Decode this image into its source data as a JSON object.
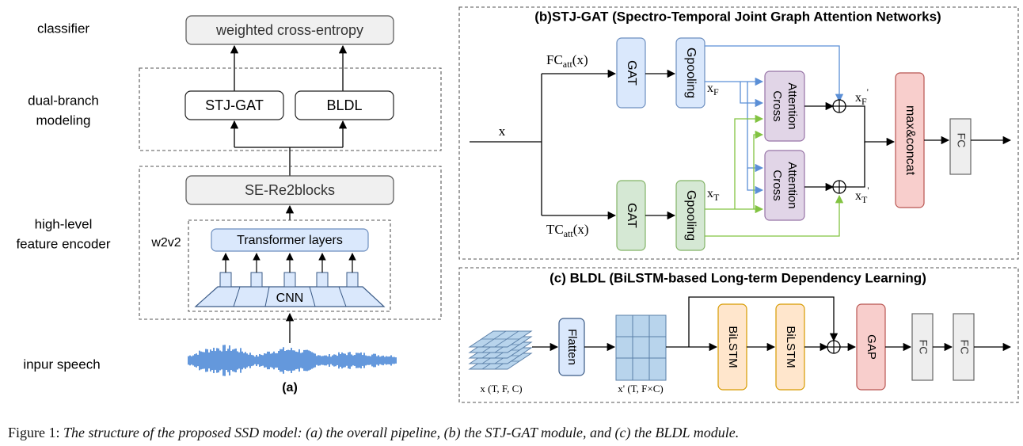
{
  "panel_a": {
    "stage_labels": {
      "classifier": "classifier",
      "dual_branch_1": "dual-branch",
      "dual_branch_2": "modeling",
      "encoder_1": "high-level",
      "encoder_2": "feature encoder",
      "input": "inpur speech"
    },
    "boxes": {
      "loss": "weighted cross-entropy",
      "stj_gat": "STJ-GAT",
      "bldl": "BLDL",
      "se_re2": "SE-Re2blocks",
      "transformer": "Transformer layers",
      "cnn": "CNN",
      "w2v2": "w2v2"
    },
    "label": "(a)"
  },
  "panel_b": {
    "title": "(b)STJ-GAT (Spectro-Temporal Joint Graph Attention Networks)",
    "input": "x",
    "fc_att": {
      "base": "FC",
      "sub": "att",
      "arg": "(x)"
    },
    "tc_att": {
      "base": "TC",
      "sub": "att",
      "arg": "(x)"
    },
    "gat": "GAT",
    "gpooling": "Gpooling",
    "xF": {
      "base": "x",
      "sub": "F"
    },
    "xT": {
      "base": "x",
      "sub": "T"
    },
    "xF_prime": {
      "base": "x",
      "sub": "F",
      "sup": "'"
    },
    "xT_prime": {
      "base": "x",
      "sub": "T",
      "sup": "'"
    },
    "cross_attention_1": "Cross",
    "cross_attention_2": "Attention",
    "concat": "max&concat",
    "fc": "FC",
    "colors": {
      "blue_fill": "#dae8fc",
      "blue_line": "#6c8ebf",
      "green_fill": "#d5e8d4",
      "green_line": "#82b366",
      "purple_fill": "#e1d5e7",
      "purple_line": "#9673a6",
      "red_fill": "#f8cecc",
      "red_line": "#b85450",
      "gray_fill": "#eeeeee",
      "gray_line": "#666666",
      "blue_arrow": "#5b8fd6",
      "green_arrow": "#82c341"
    }
  },
  "panel_c": {
    "title": "(c) BLDL (BiLSTM-based Long-term Dependency Learning)",
    "input_label": "x (T, F, C)",
    "flatten": "Flatten",
    "flat_label": "x' (T, F×C)",
    "bilstm": "BiLSTM",
    "gap": "GAP",
    "fc": "FC",
    "colors": {
      "orange_fill": "#ffe6cc",
      "orange_line": "#d79b00",
      "grid_fill": "#b8d4ec",
      "grid_line": "#5a7fa8"
    }
  },
  "caption": {
    "prefix": "Figure 1: ",
    "text": "The structure of the proposed SSD model: (a) the overall pipeline, (b) the STJ-GAT module, and (c) the BLDL module."
  }
}
